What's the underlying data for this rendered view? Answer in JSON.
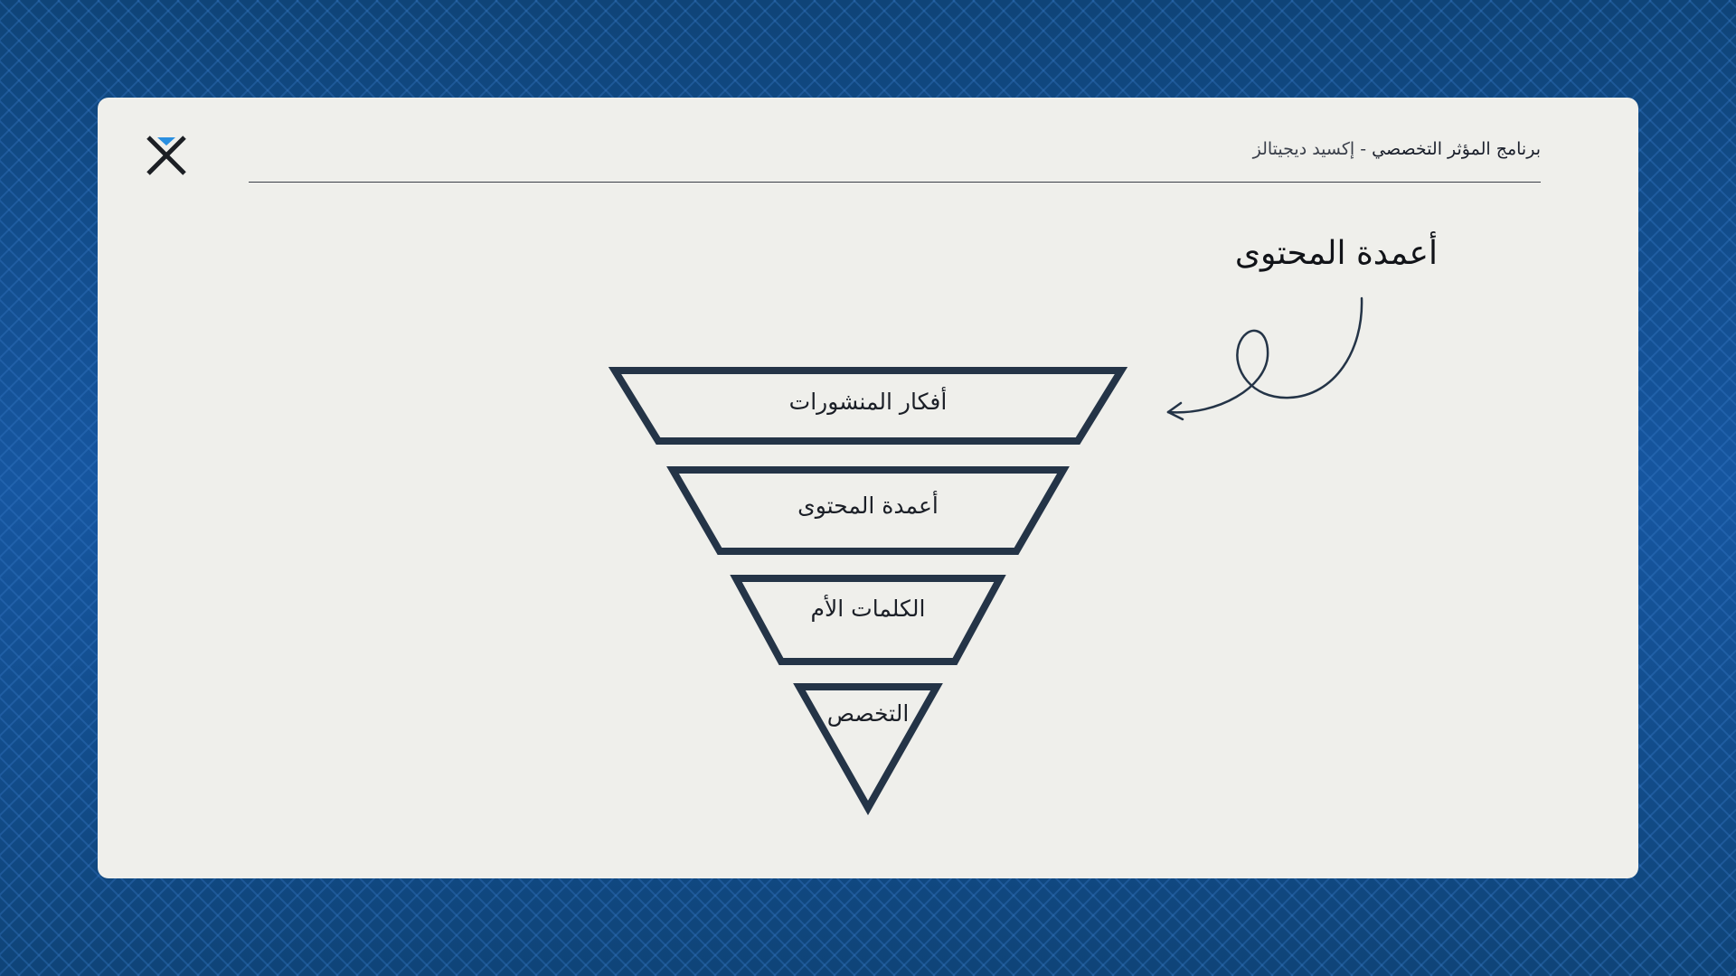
{
  "header": {
    "program_title": "برنامج المؤثر التخصصي",
    "separator": " - ",
    "brand": "إكسيد ديجيتالز"
  },
  "slide": {
    "title": "أعمدة المحتوى"
  },
  "funnel": {
    "levels": [
      "أفكار المنشورات",
      "أعمدة المحتوى",
      "الكلمات الأم",
      "التخصص"
    ]
  },
  "colors": {
    "background": "#124a86",
    "card": "#efefeb",
    "stroke": "#243447",
    "logo_accent": "#2a8fe0",
    "logo_dark": "#1c1f24"
  },
  "icons": {
    "logo": "x-logo-icon",
    "arrow": "curly-arrow-icon"
  }
}
